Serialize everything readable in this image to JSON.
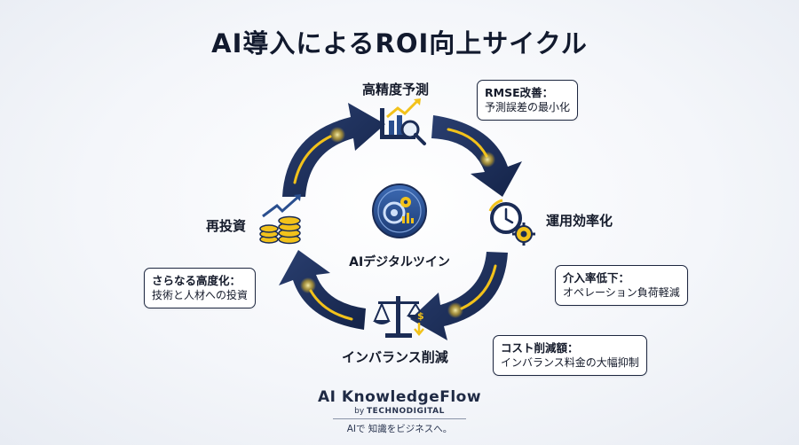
{
  "title": "AI導入によるROI向上サイクル",
  "center": {
    "label": "AIデジタルツイン",
    "icon": "ai-chip-gear-icon"
  },
  "nodes": {
    "top": {
      "label": "高精度予測",
      "icon": "chart-magnifier-icon"
    },
    "right": {
      "label": "運用効率化",
      "icon": "clock-gear-icon"
    },
    "bottom": {
      "label": "インバランス削減",
      "icon": "balance-scale-icon"
    },
    "left": {
      "label": "再投資",
      "icon": "coin-stack-growth-icon"
    }
  },
  "callouts": {
    "top": {
      "head": "RMSE改善：",
      "body": "予測誤差の最小化"
    },
    "right": {
      "head": "介入率低下：",
      "body": "オペレーション負荷軽減"
    },
    "bottom": {
      "head": "コスト削減額：",
      "body": "インバランス料金の大幅抑制"
    },
    "left": {
      "head": "さらなる高度化：",
      "body": "技術と人材への投資"
    }
  },
  "brand": {
    "name": "AI KnowledgeFlow",
    "by_prefix": "by",
    "by_company": "TECHNODIGITAL",
    "tagline": "AIで 知識をビジネスへ。"
  },
  "colors": {
    "arrow": "#1b2c55",
    "arrow_accent": "#f2c21b",
    "text": "#141a2a",
    "icon_blue": "#2a4f8f",
    "icon_yellow": "#f2c21b"
  }
}
